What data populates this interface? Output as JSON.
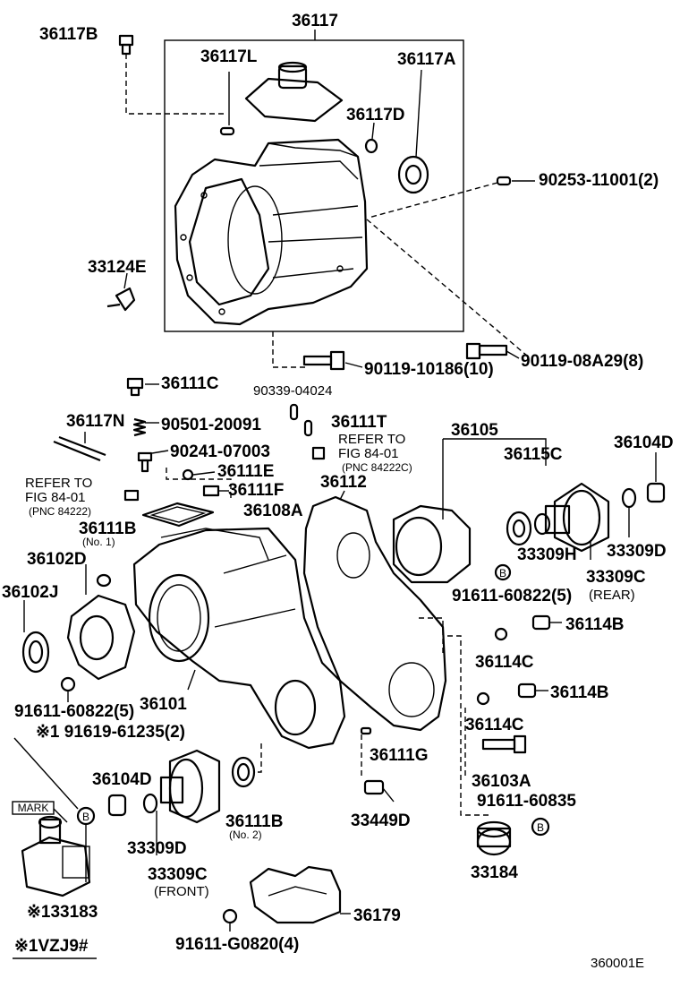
{
  "labels": {
    "l36117": "36117",
    "l36117B": "36117B",
    "l36117L": "36117L",
    "l36117A": "36117A",
    "l36117D": "36117D",
    "l90253": "90253-11001(2)",
    "l33124E": "33124E",
    "l90119_10186": "90119-10186(10)",
    "l90119_08A29": "90119-08A29(8)",
    "l36111C": "36111C",
    "l90339": "90339-04024",
    "l36117N": "36117N",
    "l90501": "90501-20091",
    "l36111T": "36111T",
    "refer1_a": "REFER TO",
    "refer1_b": "FIG 84-01",
    "refer1_c": "(PNC 84222C)",
    "l90241": "90241-07003",
    "l36105": "36105",
    "l36104D_top": "36104D",
    "l36111E": "36111E",
    "l36112": "36112",
    "l36115C": "36115C",
    "refer2_a": "REFER TO",
    "refer2_b": "FIG 84-01",
    "refer2_c": "(PNC 84222)",
    "l36111F": "36111F",
    "l36108A": "36108A",
    "l36111B_1": "36111B",
    "no1": "(No. 1)",
    "l33309H": "33309H",
    "l33309D_top": "33309D",
    "l36102D": "36102D",
    "l33309C_rear": "33309C",
    "rear": "(REAR)",
    "l36102J": "36102J",
    "l91611_60822_r": "91611-60822(5)",
    "l36114B_1": "36114B",
    "l36114C_1": "36114C",
    "l36101": "36101",
    "l91611_60822_l": "91611-60822(5)",
    "l36114B_2": "36114B",
    "l91619": "※1 91619-61235(2)",
    "l36114C_2": "36114C",
    "l36111G": "36111G",
    "l36103A": "36103A",
    "l36104D_bot": "36104D",
    "l91611_60835": "91611-60835",
    "mark": "MARK",
    "l36111B_2": "36111B",
    "no2": "(No. 2)",
    "l33449D": "33449D",
    "l33309D_bot": "33309D",
    "l33309C_front": "33309C",
    "front": "(FRONT)",
    "l33184": "33184",
    "l33183": "※133183",
    "l36179": "36179",
    "l91611_G0820": "91611-G0820(4)",
    "footnote": "※1VZJ9#",
    "figno": "360001E",
    "b": "B"
  }
}
